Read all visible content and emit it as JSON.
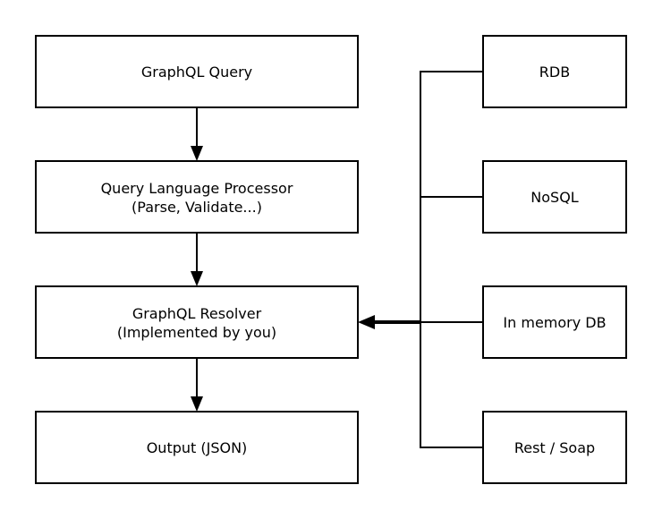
{
  "pipeline": {
    "query": "GraphQL Query",
    "processor_line1": "Query Language Processor",
    "processor_line2": "(Parse, Validate...)",
    "resolver_line1": "GraphQL Resolver",
    "resolver_line2": "(Implemented by you)",
    "output": "Output (JSON)"
  },
  "sources": {
    "rdb": "RDB",
    "nosql": "NoSQL",
    "memory": "In memory DB",
    "rest": "Rest / Soap"
  }
}
